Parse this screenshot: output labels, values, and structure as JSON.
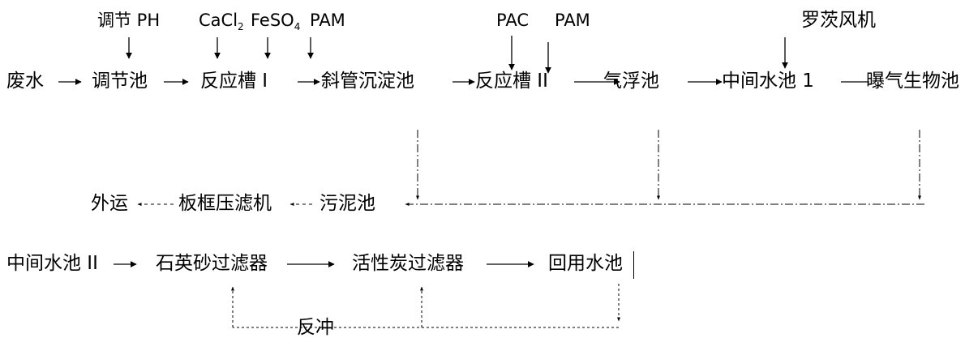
{
  "nodes": {
    "wastewater": "废水",
    "regulating_pool": "调节池",
    "reaction_tank_1": "反应槽 I",
    "inclined_settler": "斜管沉淀池",
    "reaction_tank_2": "反应槽 II",
    "air_flotation": "气浮池",
    "intermediate_pool_1": "中间水池 1",
    "aeration_bio": "曝气生物池",
    "sludge_pool": "污泥池",
    "filter_press": "板框压滤机",
    "outbound": "外运",
    "intermediate_pool_2": "中间水池 II",
    "quartz_filter": "石英砂过滤器",
    "carbon_filter": "活性炭过滤器",
    "reuse_pool": "回用水池"
  },
  "reagents": {
    "adjust_ph": "调节 PH",
    "cacl2_base": "CaCl",
    "cacl2_sub": "2",
    "feso4_base": "FeSO",
    "feso4_sub": "4",
    "pam_1": "PAM",
    "pac": "PAC",
    "pam_2": "PAM",
    "roots_blower": "罗茨风机"
  },
  "backwash_label": "反冲",
  "colors": {
    "line": "#000000",
    "text": "#000000",
    "background": "#ffffff"
  }
}
